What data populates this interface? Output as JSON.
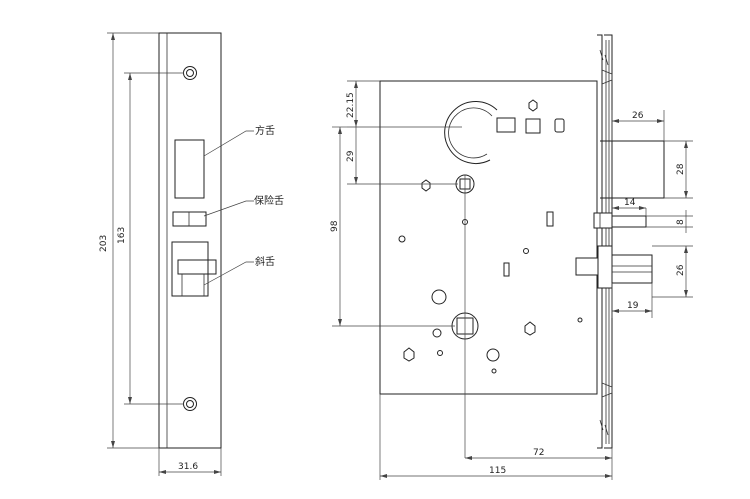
{
  "front_view": {
    "labels": {
      "deadbolt": "方舌",
      "guard_bolt": "保险舌",
      "latch_bolt": "斜舌"
    },
    "dims": {
      "overall_height": "203",
      "screw_spacing": "163",
      "faceplate_width": "31.6"
    }
  },
  "side_view": {
    "dims": {
      "d_22_15": "22.15",
      "d_29": "29",
      "d_98": "98",
      "d_26_top": "26",
      "d_28": "28",
      "d_14": "14",
      "d_8": "8",
      "d_26_right": "26",
      "d_19": "19",
      "d_72": "72",
      "d_115": "115"
    }
  }
}
